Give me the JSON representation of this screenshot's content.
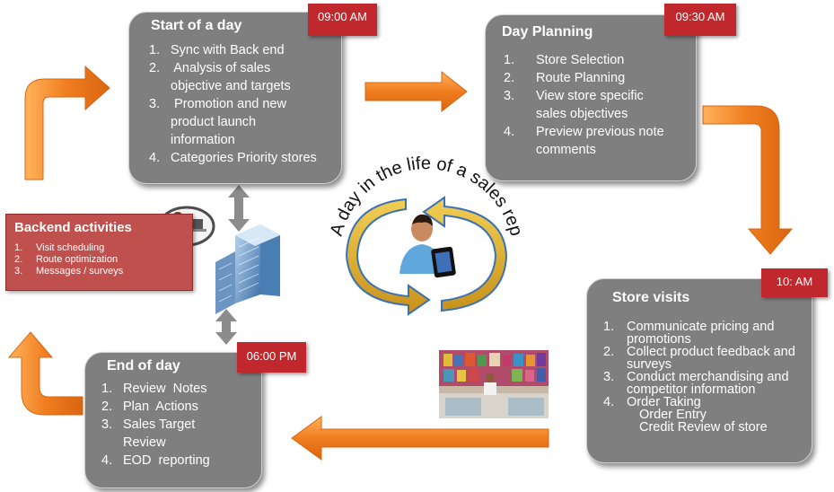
{
  "center_title": "A day in the life of a sales rep",
  "start": {
    "title": "Start of  a  day",
    "time": "09:00 AM",
    "items": [
      {
        "num": "1.",
        "lines": [
          "Sync with Back end"
        ]
      },
      {
        "num": "2.",
        "lines": [
          " Analysis of sales",
          "objective and targets"
        ]
      },
      {
        "num": "3.",
        "lines": [
          " Promotion and new",
          "product launch",
          "information"
        ]
      },
      {
        "num": "4.",
        "lines": [
          "Categories Priority stores"
        ]
      }
    ]
  },
  "planning": {
    "title": "Day Planning",
    "time": "09:30 AM",
    "items": [
      {
        "num": "1.",
        "lines": [
          "Store Selection"
        ]
      },
      {
        "num": "2.",
        "lines": [
          "Route Planning"
        ]
      },
      {
        "num": "3.",
        "lines": [
          "View store specific",
          "sales objectives"
        ]
      },
      {
        "num": "4.",
        "lines": [
          "Preview previous note",
          "comments"
        ]
      }
    ]
  },
  "visits": {
    "title": "Store visits",
    "time": "10: AM",
    "items": [
      {
        "num": "1.",
        "lines": [
          "Communicate pricing and",
          "promotions"
        ]
      },
      {
        "num": "2.",
        "lines": [
          "Collect product feedback and",
          "surveys"
        ]
      },
      {
        "num": "3.",
        "lines": [
          "Conduct merchandising  and",
          "competitor information"
        ]
      },
      {
        "num": "4.",
        "lines": [
          "Order Taking"
        ],
        "sub": [
          "Order Entry",
          "Credit Review of store"
        ]
      }
    ]
  },
  "end": {
    "title": "End of day",
    "time": "06:00 PM",
    "items": [
      {
        "num": "1.",
        "lines": [
          "Review  Notes"
        ]
      },
      {
        "num": "2.",
        "lines": [
          "Plan  Actions"
        ]
      },
      {
        "num": "3.",
        "lines": [
          "Sales Target",
          "Review"
        ]
      },
      {
        "num": "4.",
        "lines": [
          "EOD  reporting"
        ]
      }
    ]
  },
  "backend": {
    "title": "Backend activities",
    "items": [
      {
        "num": "1.",
        "text": "Visit scheduling"
      },
      {
        "num": "2.",
        "text": "Route optimization"
      },
      {
        "num": "3.",
        "text": "Messages / surveys"
      }
    ]
  },
  "colors": {
    "box_gray": "#7f7f7f",
    "time_red": "#c0282d",
    "backend_red": "#c0504d",
    "arrow_orange": "#f07d1f",
    "cycle_gold": "#e6b020",
    "cycle_blue": "#3a72b5"
  }
}
